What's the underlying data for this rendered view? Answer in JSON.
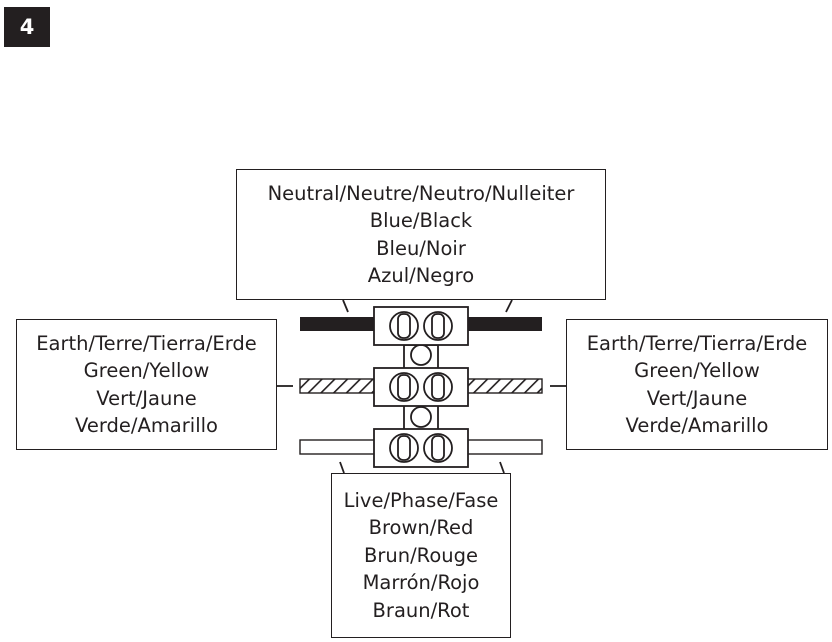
{
  "step": {
    "number": "4"
  },
  "labels": {
    "neutral": {
      "lines": [
        "Neutral/Neutre/Neutro/Nulleiter",
        "Blue/Black",
        "Bleu/Noir",
        "Azul/Negro"
      ]
    },
    "earth_left": {
      "lines": [
        "Earth/Terre/Tierra/Erde",
        "Green/Yellow",
        "Vert/Jaune",
        "Verde/Amarillo"
      ]
    },
    "earth_right": {
      "lines": [
        "Earth/Terre/Tierra/Erde",
        "Green/Yellow",
        "Vert/Jaune",
        "Verde/Amarillo"
      ]
    },
    "live": {
      "lines": [
        "Live/Phase/Fase",
        "Brown/Red",
        "Brun/Rouge",
        "Marrón/Rojo",
        "Braun/Rot"
      ]
    }
  },
  "colors": {
    "ink": "#231f20",
    "background": "#ffffff"
  }
}
